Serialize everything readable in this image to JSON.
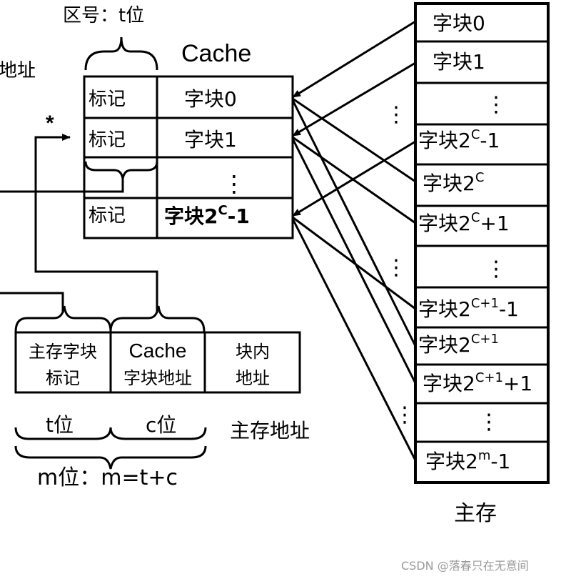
{
  "top_brace_label": "区号：t位",
  "left_edge_label": "地址",
  "star": "*",
  "cache": {
    "title": "Cache",
    "rows": [
      {
        "tag": "标记",
        "block": "字块0"
      },
      {
        "tag": "标记",
        "block": "字块1"
      },
      {
        "tag": "",
        "block": "⋮"
      },
      {
        "tag": "标记",
        "block": "字块2^C-1"
      }
    ]
  },
  "address": {
    "fields": [
      {
        "line1": "主存字块",
        "line2": "标记"
      },
      {
        "line1": "Cache",
        "line2": "字块地址"
      },
      {
        "line1": "块内",
        "line2": "地址"
      }
    ],
    "t_label": "t位",
    "c_label": "c位",
    "caption": "主存地址",
    "m_label": "m位：m=t+c"
  },
  "main_memory": {
    "title": "主存",
    "rows": [
      {
        "base": "字块0",
        "sup": "",
        "tail": ""
      },
      {
        "base": "字块1",
        "sup": "",
        "tail": ""
      },
      {
        "base": "⋮",
        "sup": "",
        "tail": ""
      },
      {
        "base": "字块2",
        "sup": "C",
        "tail": "-1"
      },
      {
        "base": "字块2",
        "sup": "C",
        "tail": ""
      },
      {
        "base": "字块2",
        "sup": "C",
        "tail": "+1"
      },
      {
        "base": "⋮",
        "sup": "",
        "tail": ""
      },
      {
        "base": "字块2",
        "sup": "C+1",
        "tail": "-1"
      },
      {
        "base": "字块2",
        "sup": "C+1",
        "tail": ""
      },
      {
        "base": "字块2",
        "sup": "C+1",
        "tail": "+1"
      },
      {
        "base": "⋮",
        "sup": "",
        "tail": ""
      },
      {
        "base": "字块2",
        "sup": "m",
        "tail": "-1"
      }
    ]
  },
  "side_dots": [
    "⋮",
    "⋮",
    "⋮"
  ],
  "watermark": "CSDN @落春只在无意间"
}
